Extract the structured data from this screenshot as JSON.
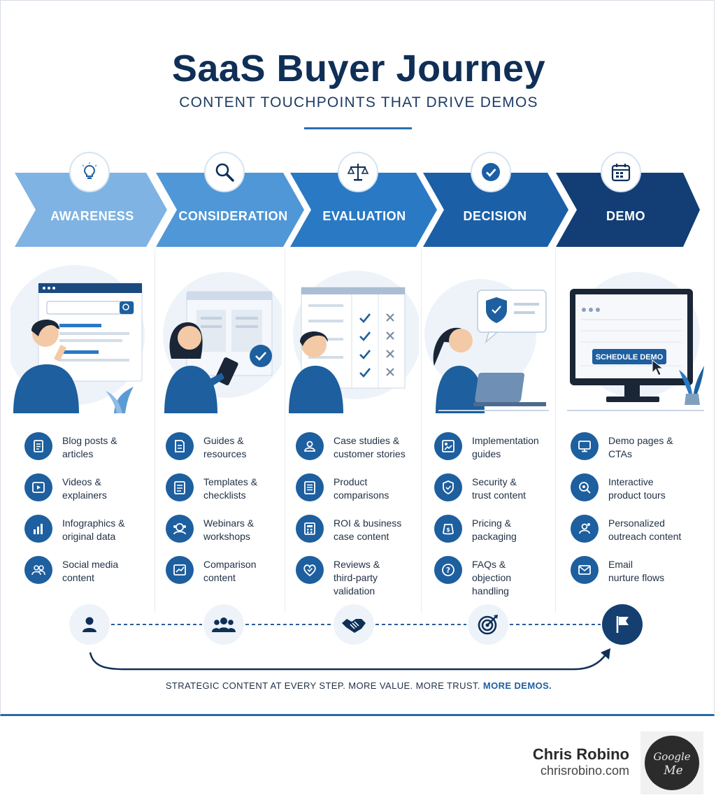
{
  "title": "SaaS Buyer Journey",
  "subtitle": "CONTENT TOUCHPOINTS THAT DRIVE DEMOS",
  "colors": {
    "stage1": "#7fb3e3",
    "stage2": "#4f97d6",
    "stage3": "#2979c4",
    "stage4": "#1b5fa6",
    "stage5": "#123e75",
    "accent": "#1d5f9f",
    "navy": "#0f2f57"
  },
  "stages": [
    {
      "label": "AWARENESS",
      "icon": "lightbulb-icon",
      "items": [
        {
          "icon": "document-icon",
          "text": "Blog posts &\narticles"
        },
        {
          "icon": "play-icon",
          "text": "Videos &\nexplainers"
        },
        {
          "icon": "bar-chart-icon",
          "text": "Infographics &\noriginal data"
        },
        {
          "icon": "people-icon",
          "text": "Social media\ncontent"
        }
      ]
    },
    {
      "label": "CONSIDERATION",
      "icon": "magnifier-icon",
      "items": [
        {
          "icon": "guide-icon",
          "text": "Guides &\nresources"
        },
        {
          "icon": "checklist-icon",
          "text": "Templates &\nchecklists"
        },
        {
          "icon": "webinar-icon",
          "text": "Webinars &\nworkshops"
        },
        {
          "icon": "comparison-icon",
          "text": "Comparison\ncontent"
        }
      ]
    },
    {
      "label": "EVALUATION",
      "icon": "scales-icon",
      "items": [
        {
          "icon": "customer-icon",
          "text": "Case studies &\ncustomer stories"
        },
        {
          "icon": "compare-list-icon",
          "text": "Product\ncomparisons"
        },
        {
          "icon": "calculator-icon",
          "text": "ROI & business\ncase content"
        },
        {
          "icon": "heart-check-icon",
          "text": "Reviews &\nthird-party\nvalidation"
        }
      ]
    },
    {
      "label": "DECISION",
      "icon": "check-circle-icon",
      "items": [
        {
          "icon": "implementation-icon",
          "text": "Implementation\nguides"
        },
        {
          "icon": "shield-icon",
          "text": "Security &\ntrust content"
        },
        {
          "icon": "pricing-icon",
          "text": "Pricing &\npackaging"
        },
        {
          "icon": "question-icon",
          "text": "FAQs &\nobjection\nhandling"
        }
      ]
    },
    {
      "label": "DEMO",
      "icon": "calendar-icon",
      "items": [
        {
          "icon": "monitor-icon",
          "text": "Demo pages &\nCTAs"
        },
        {
          "icon": "tour-icon",
          "text": "Interactive\nproduct tours"
        },
        {
          "icon": "outreach-icon",
          "text": "Personalized\noutreach content"
        },
        {
          "icon": "email-icon",
          "text": "Email\nnurture flows"
        }
      ]
    }
  ],
  "demo_button": "SCHEDULE DEMO",
  "journey_nodes": [
    "person-icon",
    "group-icon",
    "handshake-icon",
    "target-icon",
    "flag-icon"
  ],
  "tagline_plain": "STRATEGIC CONTENT AT EVERY STEP. MORE VALUE. MORE TRUST.",
  "tagline_bold": "MORE DEMOS.",
  "author": {
    "name": "Chris Robino",
    "site": "chrisrobino.com",
    "badge": "Google Me"
  }
}
